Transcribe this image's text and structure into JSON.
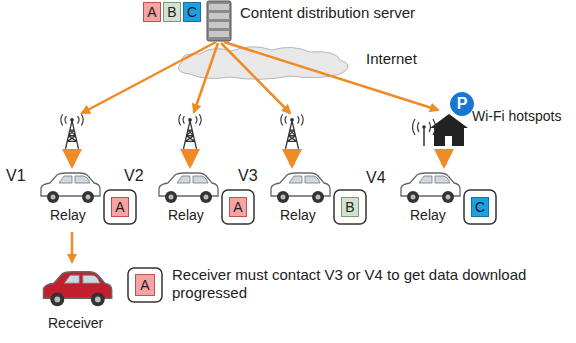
{
  "diagram": {
    "nodes": [
      {
        "text": [
          "A"
        ]
      },
      {
        "text": [
          "B"
        ]
      },
      {
        "text": [
          "C"
        ]
      },
      {
        "text": [
          "P"
        ]
      },
      {
        "text": [
          "A"
        ]
      },
      {
        "text": [
          "A"
        ]
      },
      {
        "text": [
          "B"
        ]
      },
      {
        "text": [
          "C"
        ]
      },
      {
        "text": [
          "A"
        ]
      }
    ],
    "labels": [
      "Content distribution server",
      "Internet",
      "Wi-Fi hotspots",
      "V1",
      "V2",
      "V3",
      "V4",
      "Relay",
      "Relay",
      "Relay",
      "Relay",
      "Receiver",
      "Receiver must contact V3 or V4 to get data download progressed"
    ]
  }
}
